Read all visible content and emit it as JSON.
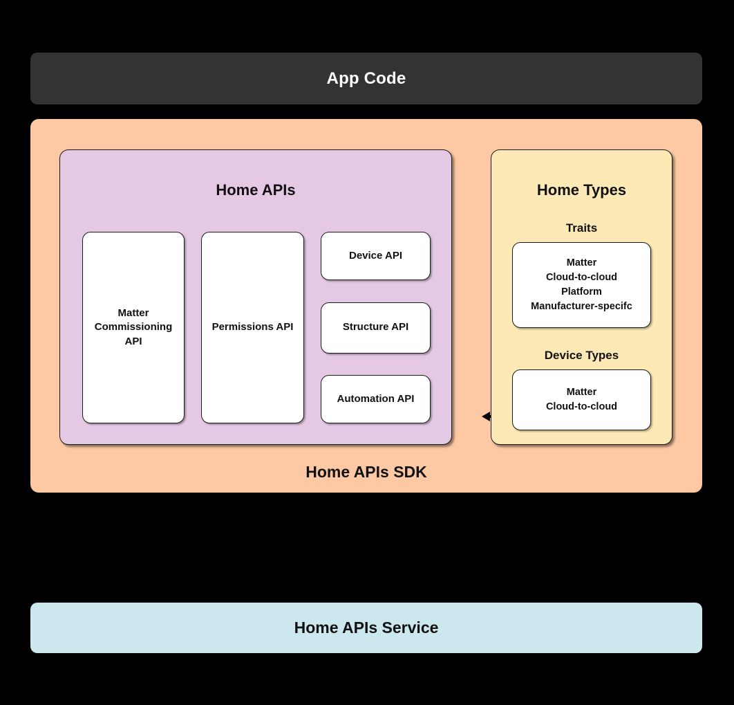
{
  "diagram": {
    "title": "Home APIs SDK architecture",
    "background_color": "#000000"
  },
  "app_code": {
    "label": "App Code",
    "color": "#333333",
    "text_color": "#ffffff"
  },
  "sdk": {
    "label": "Home APIs SDK",
    "color": "#fdc9a4"
  },
  "home_apis": {
    "title": "Home APIs",
    "color": "#e4c8e4",
    "boxes": [
      {
        "label": "Matter\nCommissioning\nAPI",
        "name": "matter-commissioning-api"
      },
      {
        "label": "Permissions API",
        "name": "permissions-api"
      },
      {
        "label": "Device API",
        "name": "device-api"
      },
      {
        "label": "Structure API",
        "name": "structure-api"
      },
      {
        "label": "Automation API",
        "name": "automation-api"
      }
    ]
  },
  "home_types": {
    "title": "Home Types",
    "color": "#fde9b5",
    "traits": {
      "heading": "Traits",
      "items": [
        "Matter",
        "Cloud-to-cloud",
        "Platform",
        "Manufacturer-specifc"
      ]
    },
    "device_types": {
      "heading": "Device Types",
      "items": [
        "Matter",
        "Cloud-to-cloud"
      ]
    }
  },
  "connector": {
    "name": "bidirectional-arrow",
    "direction": "both",
    "color": "#000000"
  },
  "service": {
    "label": "Home APIs Service",
    "color": "#cde7ef",
    "text_color": "#111111"
  }
}
